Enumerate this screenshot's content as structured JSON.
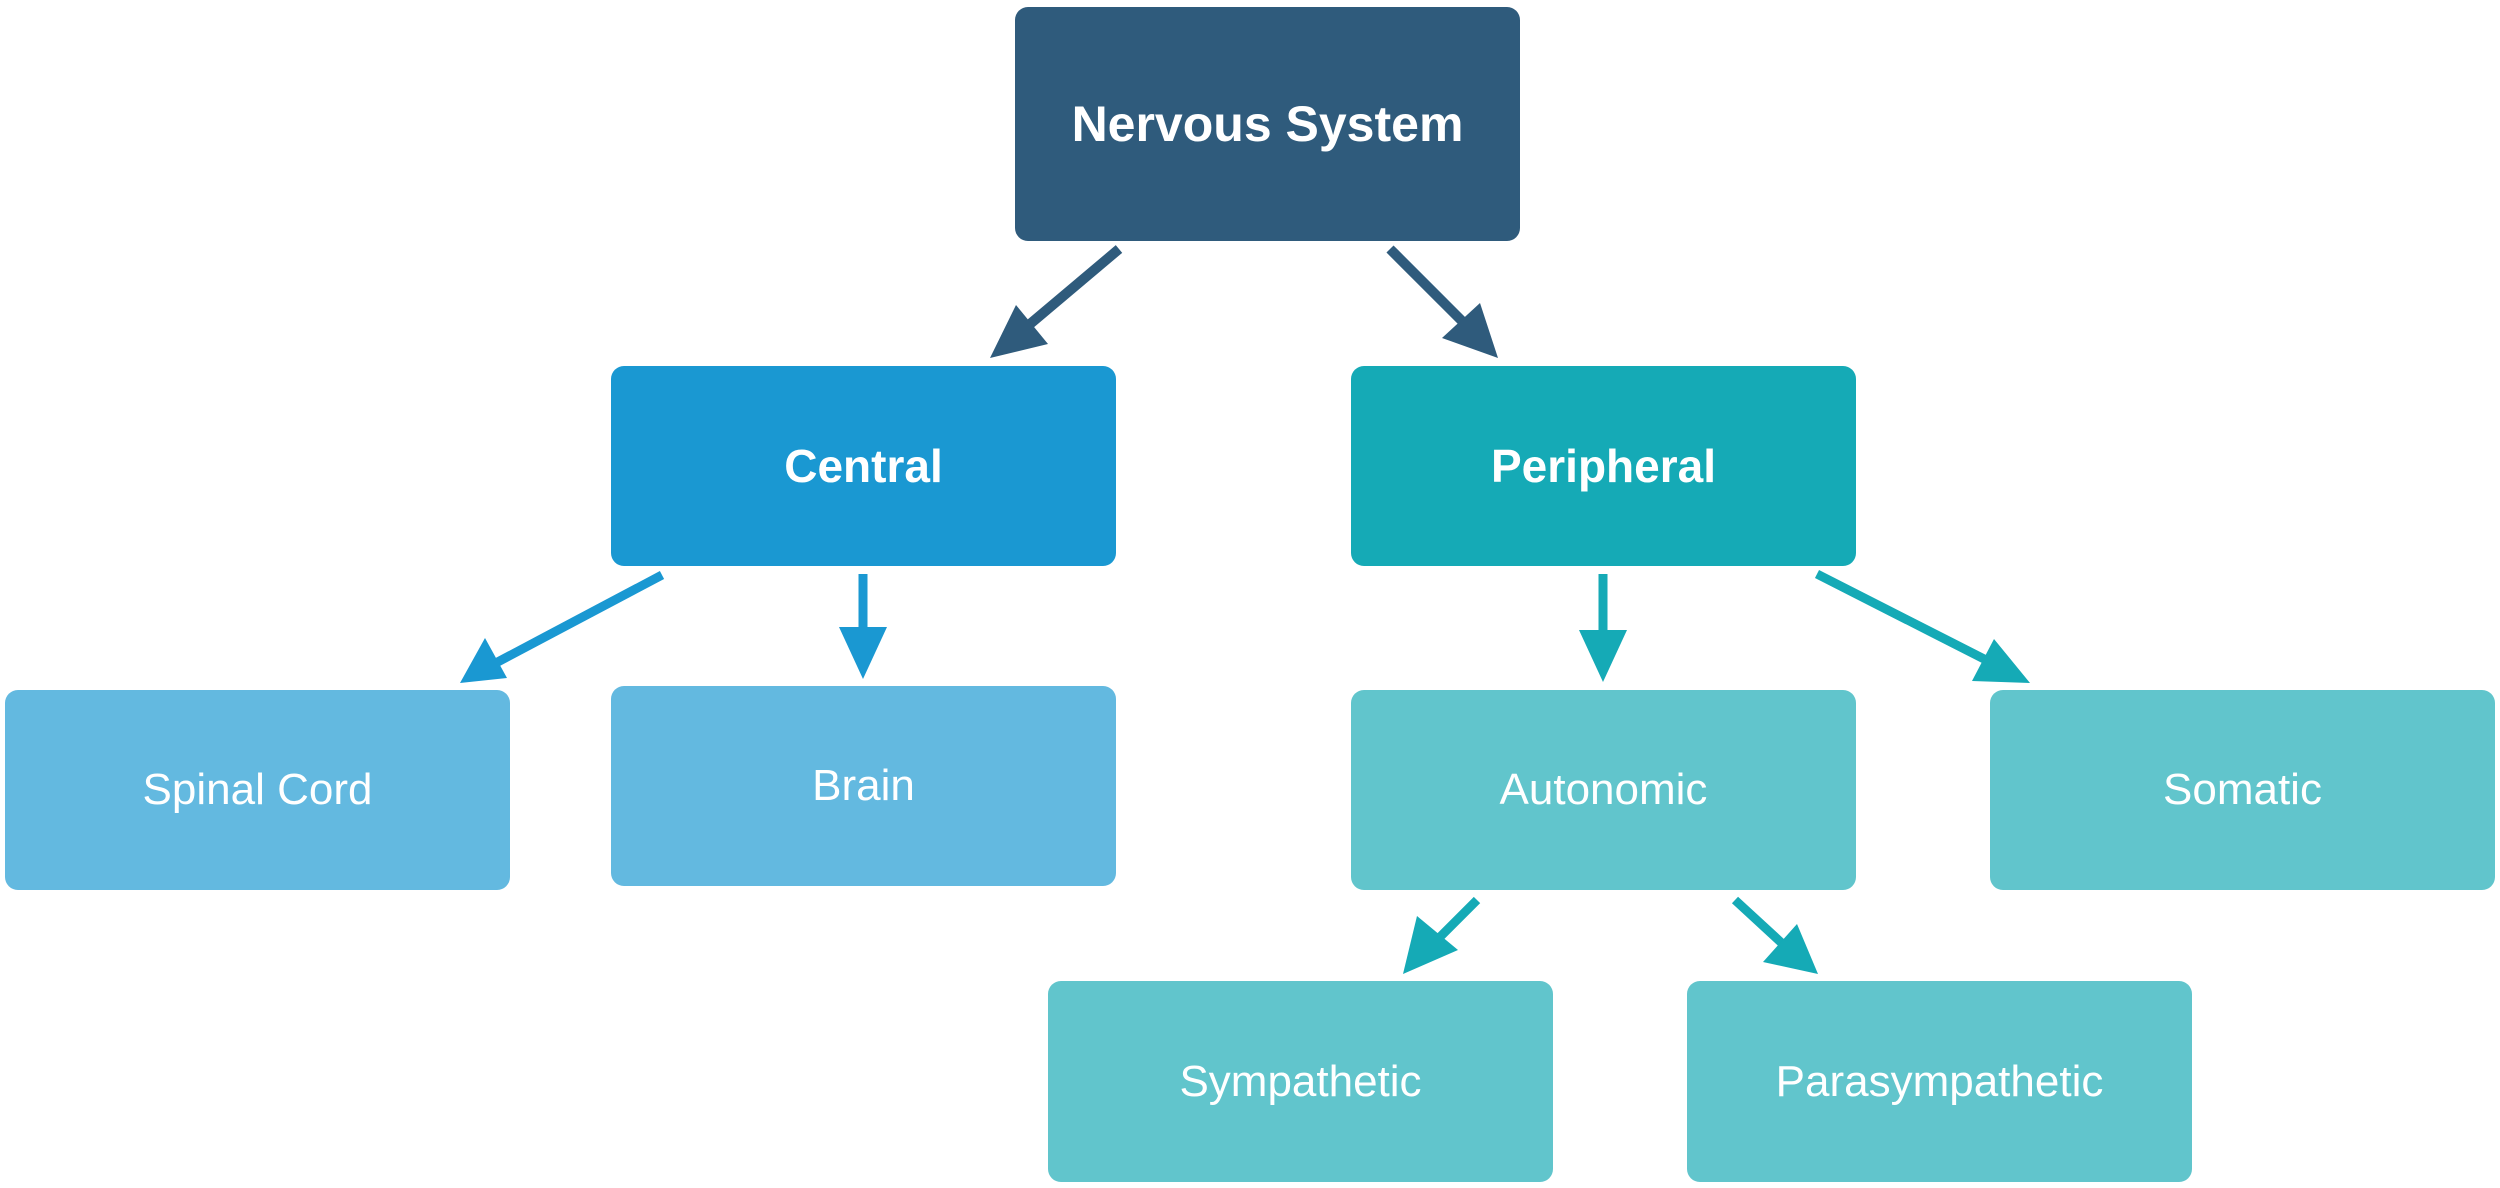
{
  "colors": {
    "root": "#2f5b7c",
    "central": "#1a98d2",
    "peripheral": "#15aab6",
    "central_child": "#63b9e0",
    "peripheral_child": "#61c5cc",
    "text": "#ffffff"
  },
  "nodes": {
    "root": "Nervous System",
    "central": "Central",
    "peripheral": "Peripheral",
    "spinal_cord": "Spinal Cord",
    "brain": "Brain",
    "autonomic": "Autonomic",
    "somatic": "Somatic",
    "sympathetic": "Sympathetic",
    "parasympathetic": "Parasympathetic"
  },
  "edges": [
    {
      "from": "Nervous System",
      "to": "Central"
    },
    {
      "from": "Nervous System",
      "to": "Peripheral"
    },
    {
      "from": "Central",
      "to": "Spinal Cord"
    },
    {
      "from": "Central",
      "to": "Brain"
    },
    {
      "from": "Peripheral",
      "to": "Autonomic"
    },
    {
      "from": "Peripheral",
      "to": "Somatic"
    },
    {
      "from": "Autonomic",
      "to": "Sympathetic"
    },
    {
      "from": "Autonomic",
      "to": "Parasympathetic"
    }
  ]
}
